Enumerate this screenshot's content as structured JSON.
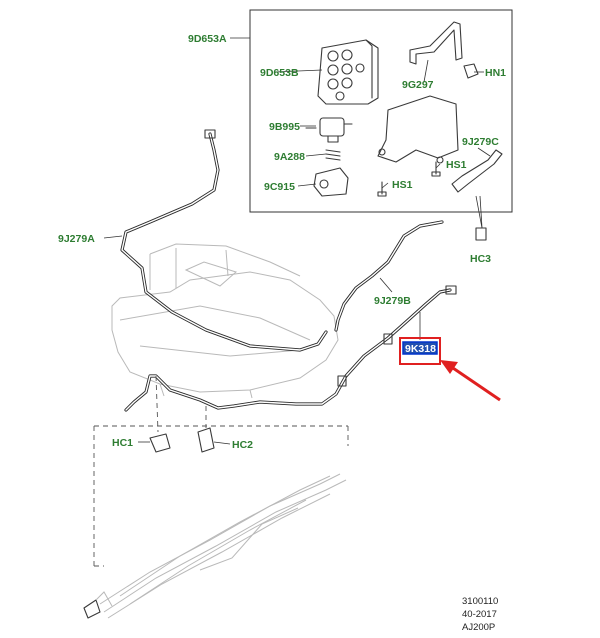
{
  "labels": {
    "9D653A": "9D653A",
    "9D653B": "9D653B",
    "9G297": "9G297",
    "HN1": "HN1",
    "9B995": "9B995",
    "9A288": "9A288",
    "9C915": "9C915",
    "HS1_left": "HS1",
    "HS1_right": "HS1",
    "9J279C": "9J279C",
    "9J279A": "9J279A",
    "HC3": "HC3",
    "9J279B": "9J279B",
    "9K318": "9K318",
    "HC1": "HC1",
    "HC2": "HC2"
  },
  "highlight": {
    "target": "9K318",
    "box_color": "#0033cc",
    "fill_color": "#1f4fb0",
    "arrow_color": "#e02020"
  },
  "reference": {
    "line1": "3100110",
    "line2": "40-2017",
    "line3": "AJ200P"
  }
}
